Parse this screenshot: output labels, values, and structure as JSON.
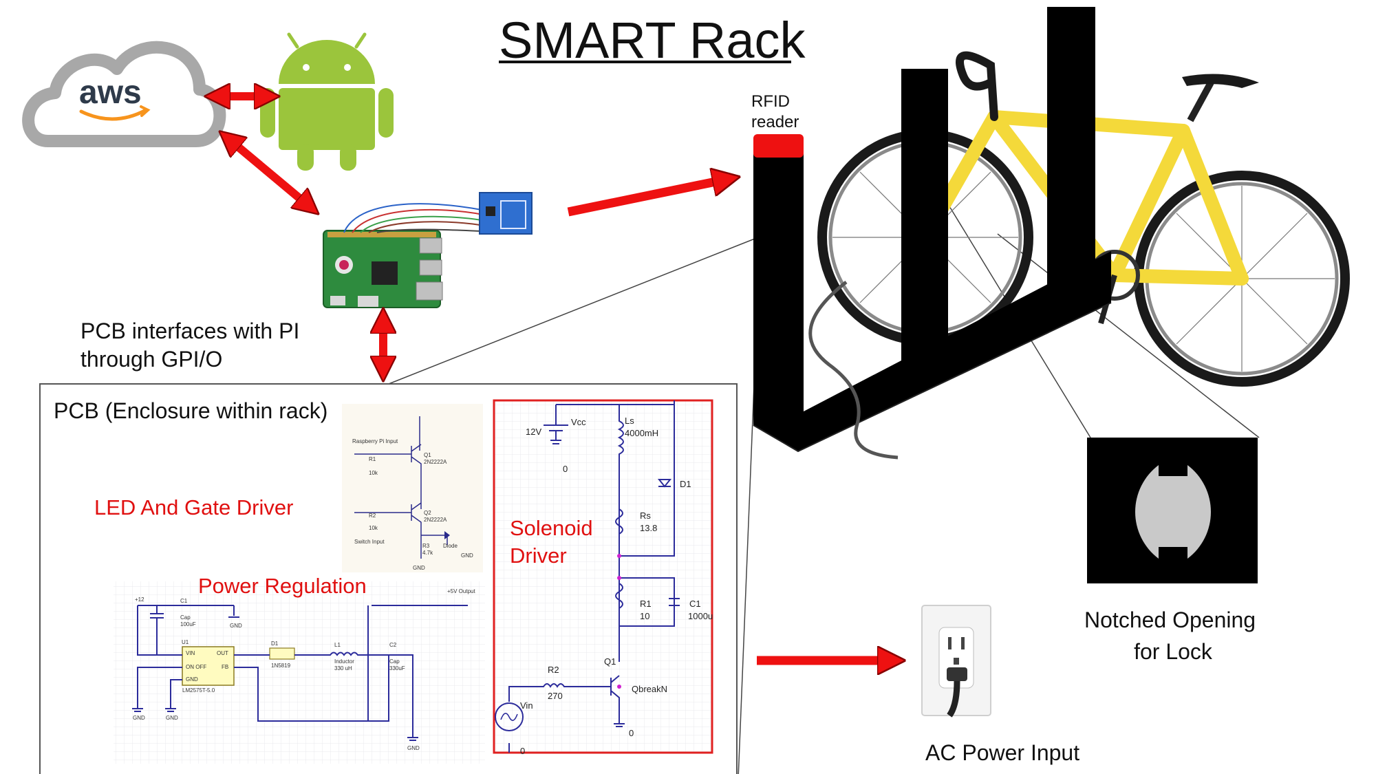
{
  "title": "SMART Rack",
  "labels": {
    "aws": "aws",
    "rfid_reader": "RFID\nreader",
    "pcb_interfaces": "PCB interfaces with PI\nthrough GPI/O",
    "pcb_enclosure": "PCB (Enclosure within rack)",
    "led_driver": "LED And Gate Driver",
    "power_regulation": "Power Regulation",
    "solenoid_driver": "Solenoid\nDriver",
    "notched_opening": "Notched Opening\nfor Lock",
    "ac_power": "AC Power Input"
  },
  "solenoid_schematic": {
    "v_source": "12V",
    "vcc": "Vcc",
    "ground_label": "0",
    "inductor_name": "Ls",
    "inductor_value": "4000mH",
    "diode": "D1",
    "rs_name": "Rs",
    "rs_value": "13.8",
    "r1_name": "R1",
    "r1_value": "10",
    "c1_name": "C1",
    "c1_value": "1000u",
    "r2_name": "R2",
    "r2_value": "270",
    "q1_name": "Q1",
    "q1_model": "QbreakN",
    "vin": "Vin"
  },
  "power_schematic": {
    "v12": "+12",
    "c1": "C1",
    "c1_type": "Cap",
    "c1_value": "100uF",
    "gnd": "GND",
    "u1": "U1",
    "pin_vin": "VIN",
    "pin_out": "OUT",
    "pin_onoff": "ON OFF",
    "pin_fb": "FB",
    "pin_gnd": "GND",
    "ic_part": "LM2575T-5.0",
    "d1": "D1",
    "d1_part": "1N5819",
    "l1": "L1",
    "l1_type": "Inductor",
    "l1_value": "330 uH",
    "c2": "C2",
    "c2_type": "Cap",
    "c2_value": "330uF",
    "output": "+5V Output"
  },
  "led_schematic": {
    "rpi_input": "Raspberry Pi Input",
    "switch_input": "Switch Input",
    "r1": "R1",
    "r1_value": "10k",
    "r2": "R2",
    "r2_value": "10k",
    "q1": "Q1",
    "q_part": "2N2222A",
    "q2": "Q2",
    "r3": "R3",
    "r3_value": "4.7k",
    "diode": "Diode",
    "gnd": "GND"
  },
  "colors": {
    "arrow_red": "#ee1111",
    "aws_gray": "#a8a8a8",
    "aws_orange": "#f7941d",
    "android_green": "#9bc53c",
    "pcb_green": "#2e8b3e",
    "rfid_blue": "#2f6fd0",
    "rack_black": "#000000",
    "rfid_red": "#ee1111",
    "bike_yellow": "#f4d93a",
    "solenoid_box": "#e02020"
  },
  "icons": [
    "aws-cloud-icon",
    "android-icon",
    "raspberry-pi-icon",
    "rfid-module-icon",
    "bicycle-icon",
    "ac-outlet-icon",
    "lock-notch-icon"
  ]
}
